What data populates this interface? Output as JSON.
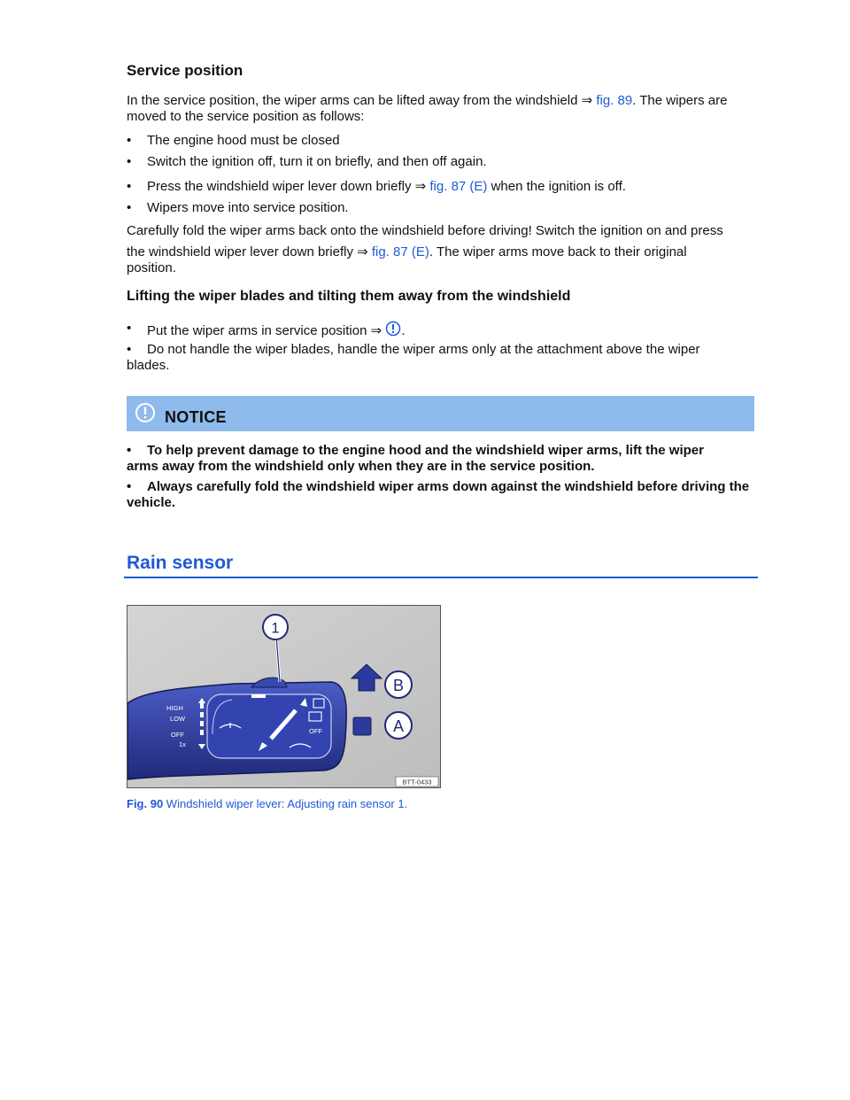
{
  "service": {
    "heading": "Service position",
    "intro_text": "In the service position, the wiper arms can be lifted away from the windshield ⇒",
    "intro_link": "fig. 89",
    "intro_text2": ". The wipers are moved to the service position as follows:",
    "bullets": [
      {
        "text": "The engine hood must be closed"
      },
      {
        "text": "Switch the ignition off, turn it on briefly, and then off again."
      },
      {
        "text": "Press the windshield wiper lever down briefly ⇒",
        "link": "fig. 87 (E)",
        "after": " when the ignition is off."
      },
      {
        "text": "Wipers move into service position."
      }
    ],
    "fold_line1": "Carefully fold the wiper arms back onto the windshield before driving! Switch the ignition on and press",
    "fold_line2_a": "the windshield wiper lever down briefly ⇒",
    "fold_link": "fig. 87 (E)",
    "fold_line2_b": ". The wiper arms move back to their original position."
  },
  "lifting": {
    "heading": "Lifting the wiper blades and tilting them away from the windshield",
    "bullet1_text": "Put the wiper arms in service position ⇒",
    "bullet1_after": ".",
    "bullet2_text": "Do not handle the wiper blades, handle the wiper arms only at the attachment above the wiper blades."
  },
  "notice": {
    "title": "NOTICE",
    "items": [
      "To help prevent damage to the engine hood and the windshield wiper arms, lift the wiper arms away from the windshield only when they are in the service position.",
      "Always carefully fold the windshield wiper arms down against the windshield before driving the vehicle."
    ]
  },
  "rain": {
    "heading": "Rain sensor",
    "figure": {
      "callout_1": "1",
      "label_b": "B",
      "label_a": "A",
      "lever_high": "HIGH",
      "lever_low": "LOW",
      "lever_off": "OFF",
      "lever_1x": "1x",
      "dial_off": "OFF",
      "code": "BTT-0433"
    },
    "caption_label": "Fig. 90",
    "caption_text": " Windshield wiper lever: Adjusting rain sensor 1."
  },
  "colors": {
    "accent": "#1f5ad6",
    "notice_bg": "#8fbaec",
    "lever_blue": "#2b3a9c"
  },
  "icons": [
    "warning-circle-icon"
  ]
}
